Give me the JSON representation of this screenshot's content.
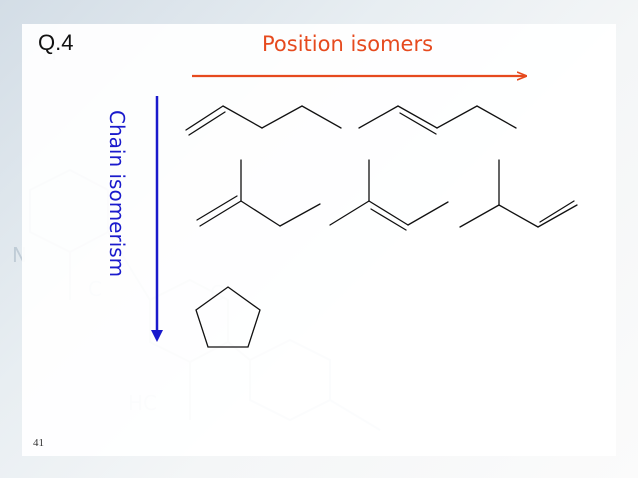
{
  "slide": {
    "question": "Q.4",
    "position_title": "Position isomers",
    "chain_title": "Chain isomerism",
    "page_number": "41"
  },
  "colors": {
    "position_arrow": "#e64a1e",
    "chain_arrow": "#1a1acc",
    "bonds": "#111111"
  },
  "molecules": [
    {
      "name": "pent-1-ene",
      "row": 1
    },
    {
      "name": "pent-2-ene",
      "row": 1
    },
    {
      "name": "2-methylbut-1-ene",
      "row": 2
    },
    {
      "name": "2-methylbut-2-ene",
      "row": 2
    },
    {
      "name": "3-methylbut-1-ene",
      "row": 2
    },
    {
      "name": "cyclopentane",
      "row": 3
    }
  ]
}
